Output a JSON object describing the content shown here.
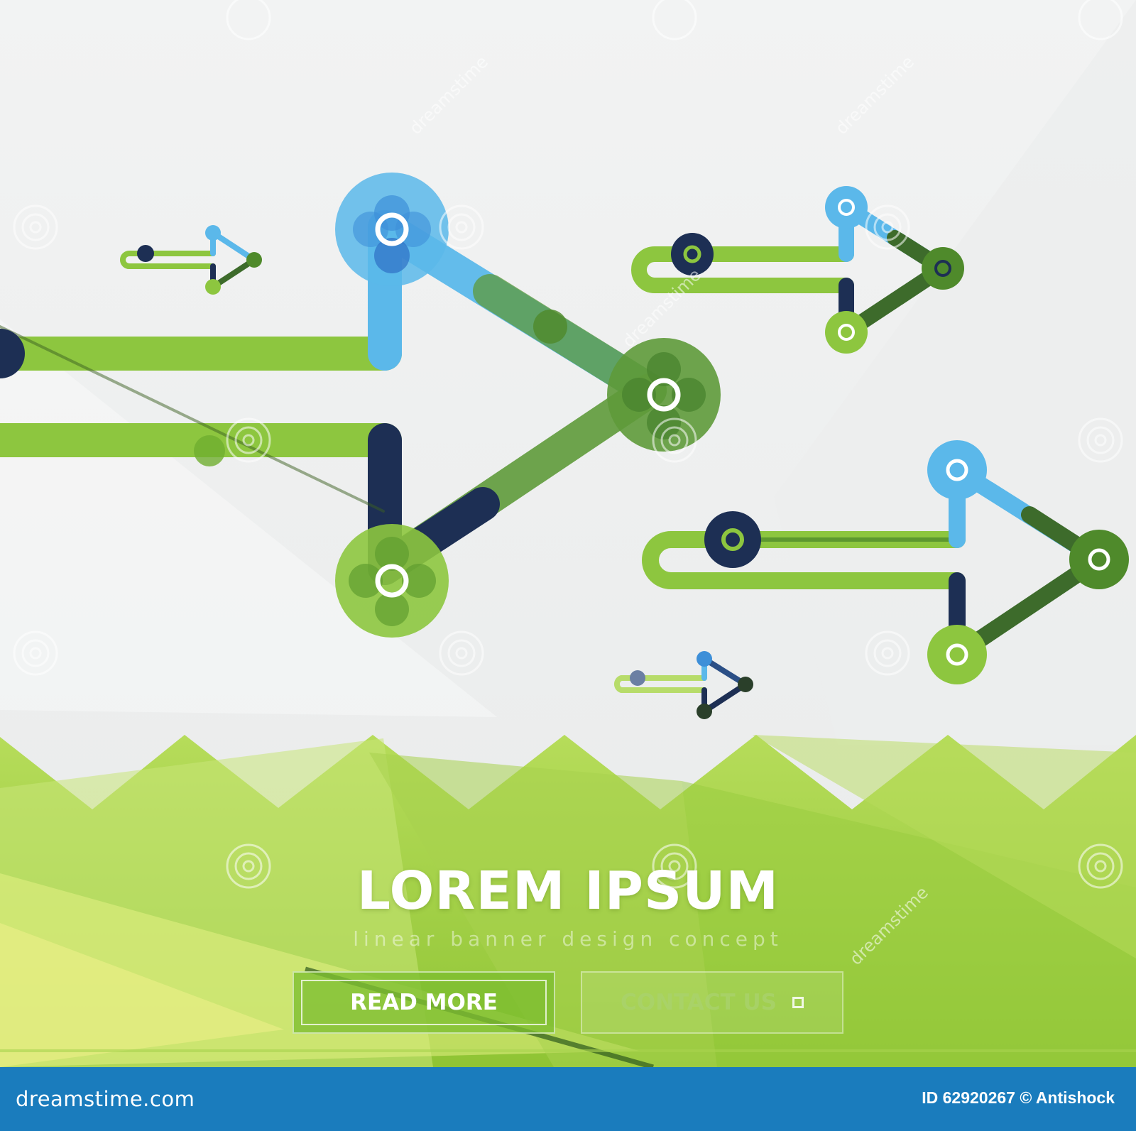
{
  "banner": {
    "title": "LOREM IPSUM",
    "subtitle": "linear banner design concept",
    "read_more_label": "READ MORE",
    "contact_label": "CONTACT US"
  },
  "footer": {
    "brand": "dreamstime.com",
    "image_id": "ID 62920267 © Antishock"
  },
  "watermark": {
    "text": "dreamstime",
    "icon": "spiral-logo-icon"
  },
  "colors": {
    "blue": "#5bb8ea",
    "green": "#8dc63f",
    "dark_green": "#4f8a2b",
    "navy": "#1d2f54",
    "footer": "#1a7cbd"
  }
}
